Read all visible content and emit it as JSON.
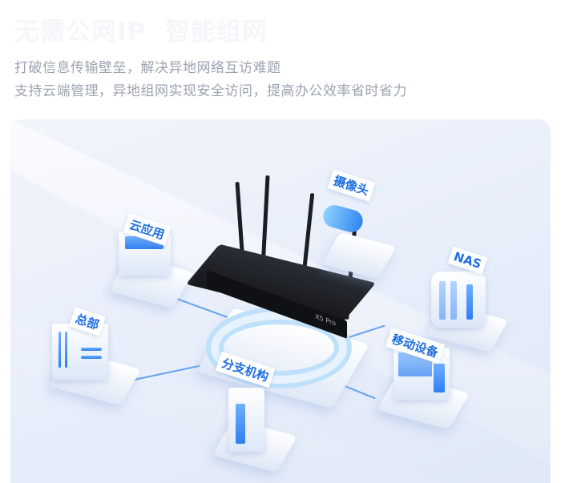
{
  "header": {
    "title": "无需公网IP  智能组网",
    "subtitle_lines": [
      "打破信息传输壁垒，解决异地网络互访难题",
      "支持云端管理，异地组网实现安全访问，提高办公效率省时省力"
    ]
  },
  "diagram": {
    "router_model": "X5 Pro",
    "nodes": [
      {
        "label": "云应用",
        "icon": "cloud-server-icon"
      },
      {
        "label": "摄像头",
        "icon": "camera-icon"
      },
      {
        "label": "NAS",
        "icon": "nas-icon"
      },
      {
        "label": "总部",
        "icon": "headquarters-building-icon"
      },
      {
        "label": "分支机构",
        "icon": "branch-office-icon"
      },
      {
        "label": "移动设备",
        "icon": "laptop-phone-icon"
      }
    ],
    "colors": {
      "accent": "#1e6fe0",
      "background": "#141d2c",
      "card": "#e8eefa"
    }
  }
}
